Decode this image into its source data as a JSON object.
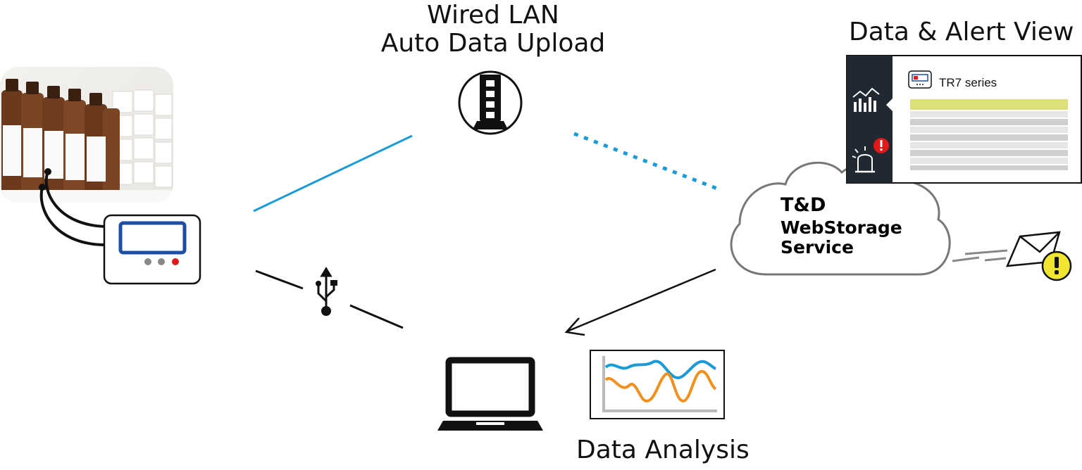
{
  "upload": {
    "line1": "Wired LAN",
    "line2": "Auto Data Upload"
  },
  "view": {
    "title": "Data & Alert View",
    "device_series": "TR7 series"
  },
  "cloud": {
    "brand": "T&D",
    "line2": "WebStorage",
    "line3": "Service"
  },
  "analysis": {
    "title": "Data Analysis"
  },
  "icons": [
    "lan-hub-icon",
    "usb-icon",
    "laptop-icon",
    "cloud-icon",
    "graph-icon",
    "alarm-icon",
    "mail-alert-icon",
    "logger-device-icon",
    "chart-icon"
  ],
  "colors": {
    "lan_line": "#1a9ad6",
    "series_blue": "#1a9ad6",
    "series_orange": "#f0901e",
    "sidebar": "#202832",
    "row_highlight": "#dde07a",
    "alert_red": "#e01a1a",
    "alert_yellow": "#f2e530",
    "device_screen": "#1c4ea3"
  }
}
